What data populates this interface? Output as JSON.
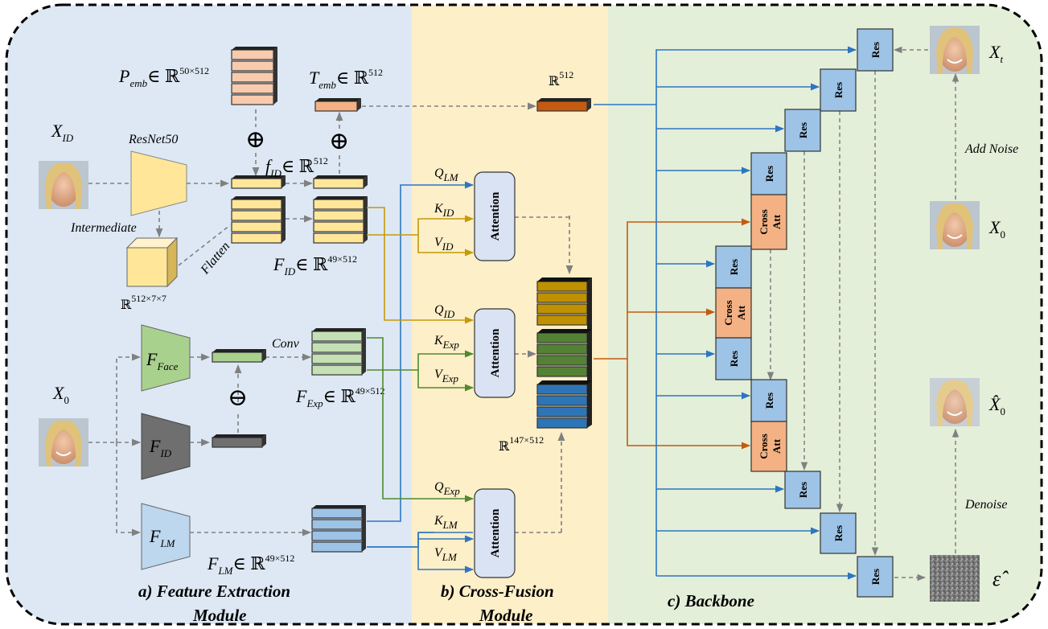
{
  "sections": {
    "a": {
      "line1": "a)   Feature Extraction",
      "line2": "Module"
    },
    "b": {
      "line1": "b) Cross-Fusion",
      "line2": "Module"
    },
    "c": {
      "line1": "c) Backbone"
    }
  },
  "colors": {
    "panel_a": "#dde8f4",
    "panel_b": "#fdefc8",
    "panel_c": "#e3efd9",
    "blue_line": "#2e75c2",
    "gold_line": "#c49a06",
    "green_line": "#4e8a2e",
    "orange_line": "#c55a11",
    "res_fill": "#9dc3e6",
    "crossatt_fill": "#f4b183",
    "attention_fill": "#dae3f3"
  },
  "feature_extraction": {
    "x_id": {
      "main": "X",
      "sub": "ID"
    },
    "resnet": "ResNet50",
    "intermediate": "Intermediate",
    "flatten": "Flatten",
    "p_emb": {
      "main": "P",
      "sub": "emb",
      "set": "∈ ℝ",
      "sup": "50×512"
    },
    "t_emb": {
      "main": "T",
      "sub": "emb",
      "set": "∈ ℝ",
      "sup": "512"
    },
    "f_id_vec": {
      "main": "f",
      "sub": "ID",
      "set": "∈ ℝ",
      "sup": "512"
    },
    "f_id_mat": {
      "main": "F",
      "sub": "ID",
      "set": "∈ ℝ",
      "sup": "49×512"
    },
    "cube": {
      "set": "ℝ",
      "sup": "512×7×7"
    },
    "x0": {
      "main": "X",
      "sub": "0"
    },
    "f_face": {
      "main": "F",
      "sub": "Face"
    },
    "f_id_enc": {
      "main": "F",
      "sub": "ID"
    },
    "f_lm": {
      "main": "F",
      "sub": "LM"
    },
    "conv": "Conv",
    "f_exp": {
      "main": "F",
      "sub": "Exp",
      "set": "∈ ℝ",
      "sup": "49×512"
    },
    "f_lm_mat": {
      "main": "F",
      "sub": "LM",
      "set": "∈ ℝ",
      "sup": "49×512"
    },
    "plus_symbol": "⊕",
    "minus_symbol": "⊖"
  },
  "cross_fusion": {
    "r512": {
      "set": "ℝ",
      "sup": "512"
    },
    "attention_label": "Attention",
    "att1": {
      "q": {
        "main": "Q",
        "sub": "LM"
      },
      "k": {
        "main": "K",
        "sub": "ID"
      },
      "v": {
        "main": "V",
        "sub": "ID"
      }
    },
    "att2": {
      "q": {
        "main": "Q",
        "sub": "ID"
      },
      "k": {
        "main": "K",
        "sub": "Exp"
      },
      "v": {
        "main": "V",
        "sub": "Exp"
      }
    },
    "att3": {
      "q": {
        "main": "Q",
        "sub": "Exp"
      },
      "k": {
        "main": "K",
        "sub": "LM"
      },
      "v": {
        "main": "V",
        "sub": "LM"
      }
    },
    "r147": {
      "set": "ℝ",
      "sup": "147×512"
    }
  },
  "backbone": {
    "res": "Res",
    "cross": "Cross",
    "att": "Att",
    "xt": {
      "main": "X",
      "sub": "t"
    },
    "x0": {
      "main": "X",
      "sub": "0"
    },
    "x0hat": {
      "main": "X̂",
      "sub": "0"
    },
    "eps_hat": "ε̂",
    "add_noise": "Add Noise",
    "denoise": "Denoise"
  }
}
